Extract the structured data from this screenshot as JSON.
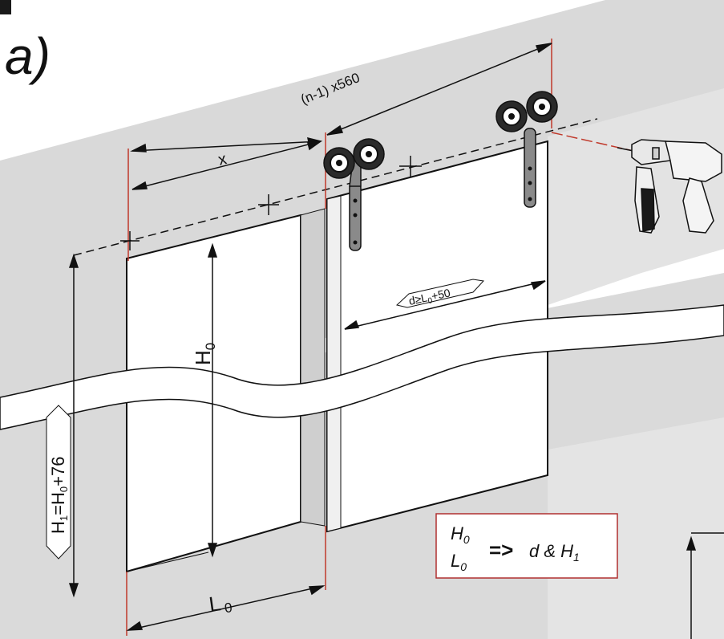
{
  "figure_label": "a)",
  "dimensions": {
    "spacing": "(n-1) x560",
    "offset": "x",
    "opening_height": "H",
    "opening_height_sub": "0",
    "opening_width": "L",
    "opening_width_sub": "0",
    "rail_height": "H",
    "rail_height_sub": "1",
    "rail_height_eq": "=H",
    "rail_height_sub2": "0",
    "rail_height_add": "+76",
    "door_width": "d≥L",
    "door_width_sub": "0",
    "door_width_add": "+50"
  },
  "formula": {
    "h0": "H",
    "h0_sub": "0",
    "l0": "L",
    "l0_sub": "0",
    "arrow": "=>",
    "result": "d & H",
    "result_sub": "1"
  },
  "colors": {
    "wall": "#d7d7d7",
    "wall_light": "#e6e6e6",
    "door": "#ffffff",
    "marker": "#c0392b",
    "accent_box": "#b03030",
    "line": "#111111"
  },
  "icons": [
    "drill-icon",
    "roller-hanger-icon"
  ]
}
